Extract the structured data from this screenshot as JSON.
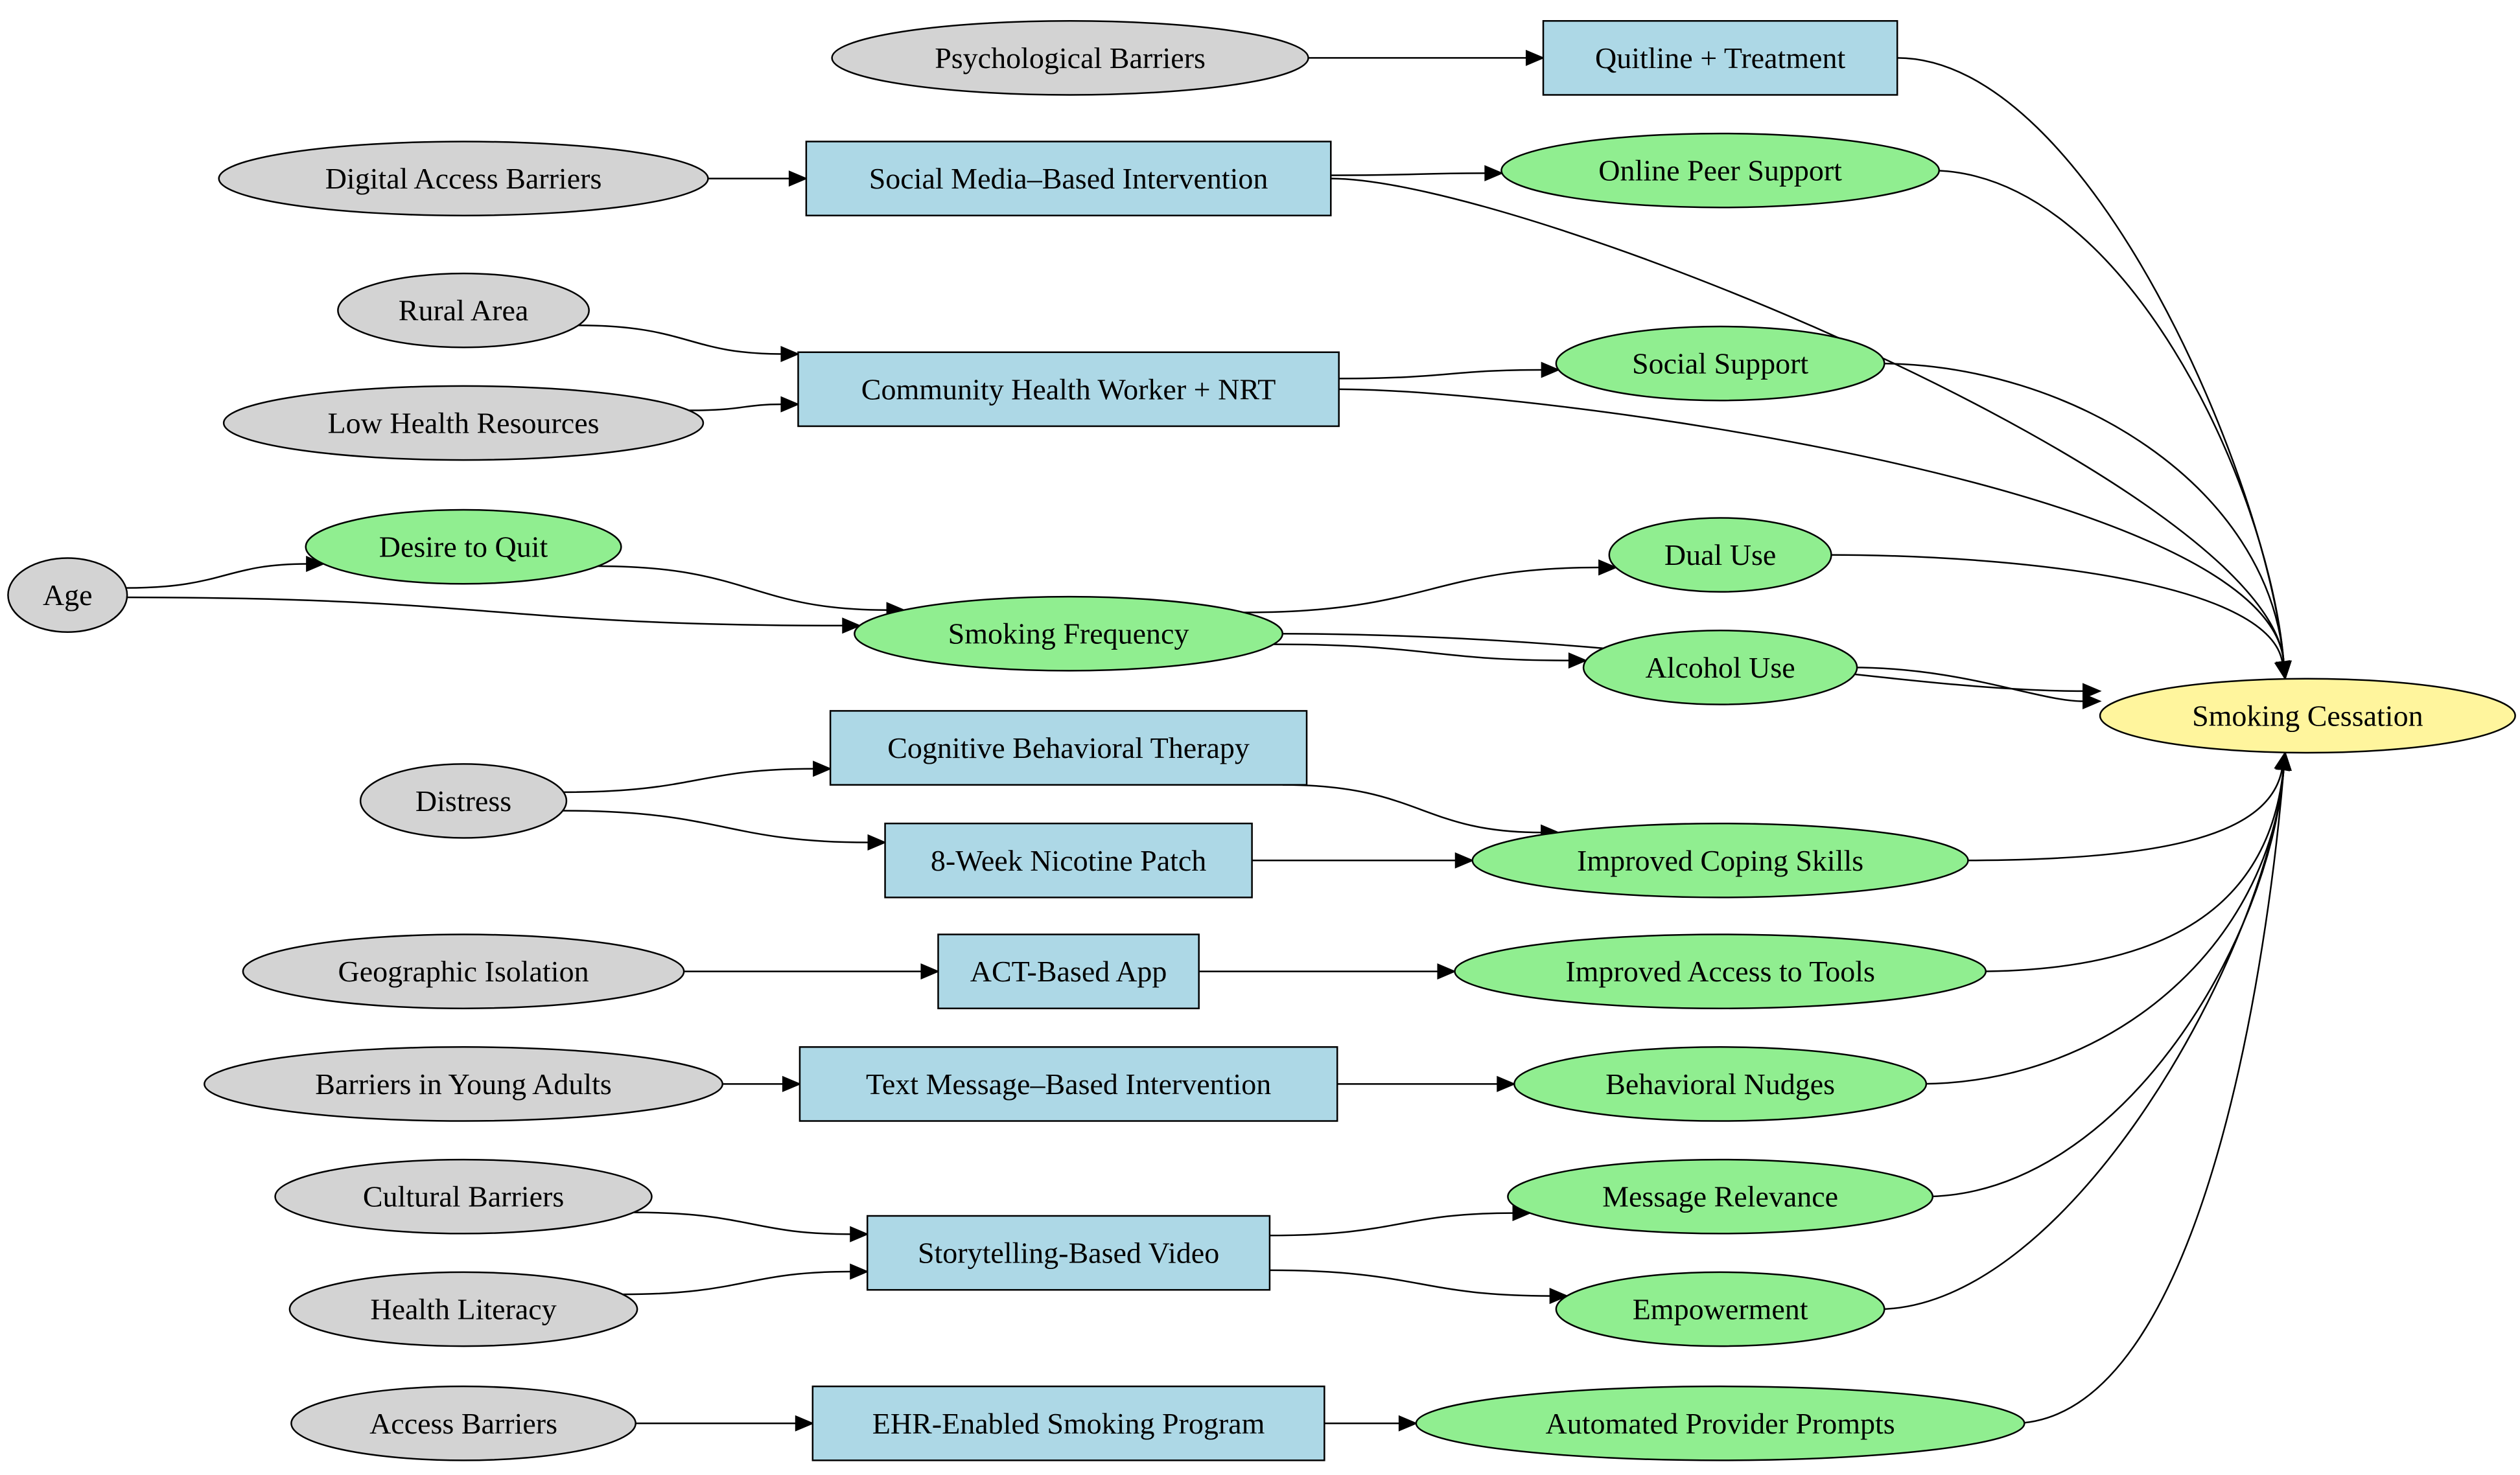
{
  "colors": {
    "factor_fill": "#d3d3d3",
    "intervention_fill": "#add8e6",
    "mediator_fill": "#90ee90",
    "outcome_fill": "#fff59d",
    "stroke": "#000000"
  },
  "nodes": {
    "psych_barriers": {
      "label": "Psychological Barriers",
      "kind": "factor"
    },
    "digital_access": {
      "label": "Digital Access Barriers",
      "kind": "factor"
    },
    "rural_area": {
      "label": "Rural Area",
      "kind": "factor"
    },
    "low_health_resources": {
      "label": "Low Health Resources",
      "kind": "factor"
    },
    "age": {
      "label": "Age",
      "kind": "factor"
    },
    "distress": {
      "label": "Distress",
      "kind": "factor"
    },
    "geo_isolation": {
      "label": "Geographic Isolation",
      "kind": "factor"
    },
    "young_adult_barriers": {
      "label": "Barriers in Young Adults",
      "kind": "factor"
    },
    "cultural_barriers": {
      "label": "Cultural Barriers",
      "kind": "factor"
    },
    "health_literacy": {
      "label": "Health Literacy",
      "kind": "factor"
    },
    "access_barriers": {
      "label": "Access Barriers",
      "kind": "factor"
    },
    "quitline": {
      "label": "Quitline + Treatment",
      "kind": "intervention"
    },
    "social_media": {
      "label": "Social Media–Based Intervention",
      "kind": "intervention"
    },
    "chw_nrt": {
      "label": "Community Health Worker + NRT",
      "kind": "intervention"
    },
    "cbt": {
      "label": "Cognitive Behavioral Therapy",
      "kind": "intervention"
    },
    "nicotine_patch": {
      "label": "8-Week Nicotine Patch",
      "kind": "intervention"
    },
    "act_app": {
      "label": "ACT-Based App",
      "kind": "intervention"
    },
    "text_message": {
      "label": "Text Message–Based Intervention",
      "kind": "intervention"
    },
    "storytelling": {
      "label": "Storytelling-Based Video",
      "kind": "intervention"
    },
    "ehr_program": {
      "label": "EHR-Enabled Smoking Program",
      "kind": "intervention"
    },
    "desire_to_quit": {
      "label": "Desire to Quit",
      "kind": "mediator"
    },
    "smoking_frequency": {
      "label": "Smoking Frequency",
      "kind": "mediator"
    },
    "online_peer_support": {
      "label": "Online Peer Support",
      "kind": "mediator"
    },
    "social_support": {
      "label": "Social Support",
      "kind": "mediator"
    },
    "dual_use": {
      "label": "Dual Use",
      "kind": "mediator"
    },
    "alcohol_use": {
      "label": "Alcohol Use",
      "kind": "mediator"
    },
    "coping_skills": {
      "label": "Improved Coping Skills",
      "kind": "mediator"
    },
    "access_tools": {
      "label": "Improved Access to Tools",
      "kind": "mediator"
    },
    "nudges": {
      "label": "Behavioral Nudges",
      "kind": "mediator"
    },
    "message_relevance": {
      "label": "Message Relevance",
      "kind": "mediator"
    },
    "empowerment": {
      "label": "Empowerment",
      "kind": "mediator"
    },
    "provider_prompts": {
      "label": "Automated Provider Prompts",
      "kind": "mediator"
    },
    "cessation": {
      "label": "Smoking Cessation",
      "kind": "outcome"
    }
  },
  "edges": [
    [
      "psych_barriers",
      "quitline"
    ],
    [
      "quitline",
      "cessation"
    ],
    [
      "digital_access",
      "social_media"
    ],
    [
      "social_media",
      "online_peer_support"
    ],
    [
      "social_media",
      "cessation"
    ],
    [
      "online_peer_support",
      "cessation"
    ],
    [
      "rural_area",
      "chw_nrt"
    ],
    [
      "low_health_resources",
      "chw_nrt"
    ],
    [
      "chw_nrt",
      "social_support"
    ],
    [
      "chw_nrt",
      "cessation"
    ],
    [
      "social_support",
      "cessation"
    ],
    [
      "age",
      "desire_to_quit"
    ],
    [
      "age",
      "smoking_frequency"
    ],
    [
      "desire_to_quit",
      "smoking_frequency"
    ],
    [
      "smoking_frequency",
      "dual_use"
    ],
    [
      "smoking_frequency",
      "alcohol_use"
    ],
    [
      "smoking_frequency",
      "cessation"
    ],
    [
      "dual_use",
      "cessation"
    ],
    [
      "alcohol_use",
      "cessation"
    ],
    [
      "distress",
      "cbt"
    ],
    [
      "distress",
      "nicotine_patch"
    ],
    [
      "cbt",
      "coping_skills"
    ],
    [
      "nicotine_patch",
      "coping_skills"
    ],
    [
      "coping_skills",
      "cessation"
    ],
    [
      "geo_isolation",
      "act_app"
    ],
    [
      "act_app",
      "access_tools"
    ],
    [
      "access_tools",
      "cessation"
    ],
    [
      "young_adult_barriers",
      "text_message"
    ],
    [
      "text_message",
      "nudges"
    ],
    [
      "nudges",
      "cessation"
    ],
    [
      "cultural_barriers",
      "storytelling"
    ],
    [
      "health_literacy",
      "storytelling"
    ],
    [
      "storytelling",
      "message_relevance"
    ],
    [
      "storytelling",
      "empowerment"
    ],
    [
      "message_relevance",
      "cessation"
    ],
    [
      "empowerment",
      "cessation"
    ],
    [
      "access_barriers",
      "ehr_program"
    ],
    [
      "ehr_program",
      "provider_prompts"
    ],
    [
      "provider_prompts",
      "cessation"
    ]
  ]
}
